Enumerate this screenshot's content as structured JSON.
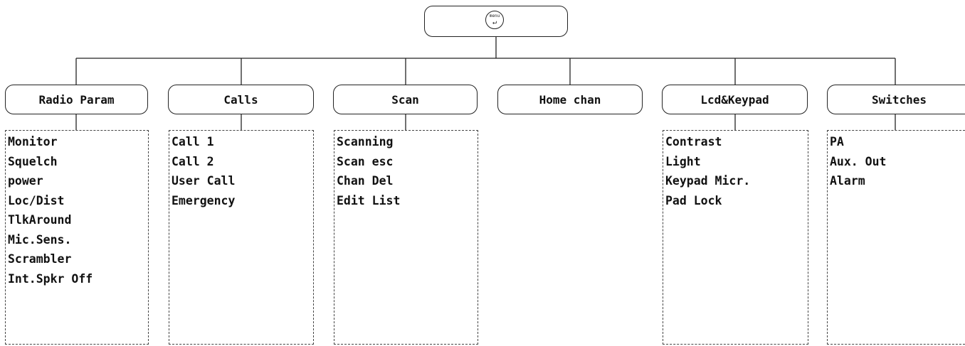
{
  "root": {
    "icon": "menu-enter-icon",
    "icon_text": "menu"
  },
  "categories": [
    {
      "label": "Radio Param",
      "items": [
        "Monitor",
        "Squelch",
        "power",
        "Loc/Dist",
        "TlkAround",
        "Mic.Sens.",
        "Scrambler",
        "Int.Spkr Off"
      ]
    },
    {
      "label": "Calls",
      "items": [
        "Call 1",
        "Call 2",
        "User Call",
        "Emergency"
      ]
    },
    {
      "label": "Scan",
      "items": [
        "Scanning",
        "Scan esc",
        "Chan Del",
        "Edit List"
      ]
    },
    {
      "label": "Home chan",
      "items": []
    },
    {
      "label": "Lcd&Keypad",
      "items": [
        "Contrast",
        "Light",
        "Keypad Micr.",
        "Pad Lock"
      ]
    },
    {
      "label": "Switches",
      "items": [
        "PA",
        "Aux. Out",
        "Alarm"
      ]
    }
  ],
  "colors": {
    "line": "#222222",
    "text": "#111111",
    "background": "#ffffff"
  }
}
